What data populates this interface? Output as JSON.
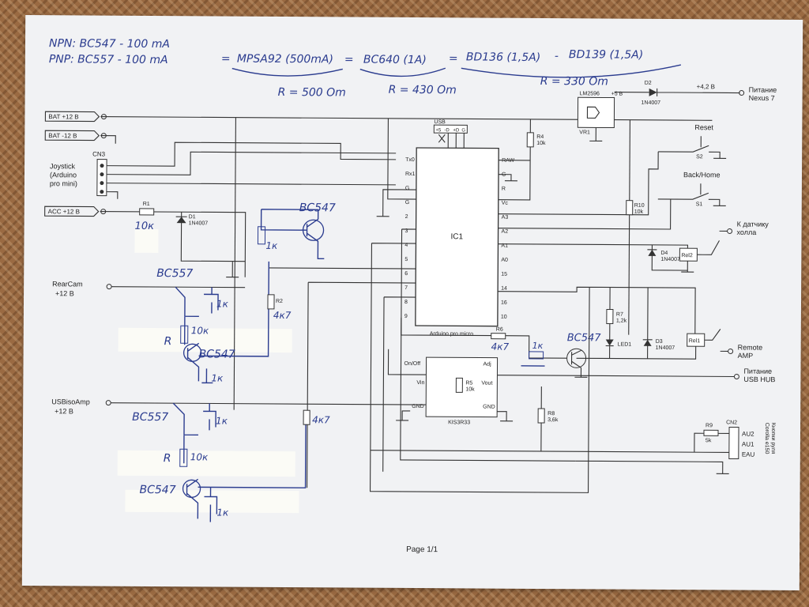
{
  "notes": {
    "npn": "NPN: BC547 - 100 mA",
    "pnp": "PNP: BC557 - 100 mA",
    "chain": [
      "MPSA92 (500mA)",
      "BC640 (1A)",
      "BD136 (1,5A)",
      "BD139 (1,5A)"
    ],
    "r_values": [
      "R = 500 Om",
      "R = 430 Om",
      "R = 330 Om"
    ]
  },
  "ports": {
    "bat_p": "BAT +12 B",
    "bat_n": "BAT -12 B",
    "acc": "ACC +12 B",
    "rearcam": "RearCam\n+12 B",
    "usbisoamp": "USBisoAmp\n+12 B"
  },
  "joystick": {
    "ref": "CN3",
    "label": "Joystick\n(Arduino\npro mini)"
  },
  "ic1": {
    "ref": "IC1",
    "name": "Arduino pro micro",
    "left_pins": [
      "Tx0",
      "Rx1",
      "G",
      "G",
      "2",
      "3",
      "4",
      "5",
      "6",
      "7",
      "8",
      "9"
    ],
    "right_pins": [
      "RAW",
      "G",
      "R",
      "Vc",
      "A3",
      "A2",
      "A1",
      "A0",
      "15",
      "14",
      "16",
      "10"
    ]
  },
  "usb": {
    "label": "USB",
    "pins": [
      "+5",
      "-D",
      "+D",
      "G"
    ]
  },
  "kis": {
    "ref": "KIS3R33",
    "pins": [
      "On/Off",
      "Adj",
      "Vin",
      "Vout",
      "GND",
      "GND"
    ]
  },
  "vr1": {
    "name": "LM2596",
    "ref": "VR1",
    "out": "+5 B"
  },
  "d2": {
    "ref": "D2",
    "part": "1N4007",
    "out": "+4,2 B"
  },
  "nexus": "Питание\nNexus 7",
  "reset": {
    "label": "Reset",
    "ref": "S2"
  },
  "backhome": {
    "label": "Back/Home",
    "ref": "S1"
  },
  "hall": "К датчику\nхолла",
  "remote": "Remote\nAMP",
  "usbhub": "Питание\nUSB HUB",
  "cn2": {
    "ref": "CN2",
    "pins": [
      "AU2",
      "AU1",
      "EAU"
    ],
    "side": "Кнопки руля\nCorolla e150"
  },
  "parts": {
    "r1": "R1",
    "r1_hw": "10к",
    "d1": "D1",
    "d1_part": "1N4007",
    "r2": "R2",
    "r2_hw": "4к7",
    "r3_hw": "4к7",
    "r4": "R4",
    "r4_val": "10k",
    "r5": "R5",
    "r5_val": "10k",
    "r6": "R6",
    "r6_hw": "4к7",
    "r7": "R7",
    "r7_val": "1,2k",
    "r8": "R8",
    "r8_val": "3,6k",
    "r9": "R9",
    "r9_val": "5k",
    "r10": "R10",
    "r10_val": "10k",
    "d3": "D3",
    "d3_part": "1N4007",
    "d4": "D4",
    "d4_part": "1N4007",
    "led": "LED1",
    "rel1": "Rel1",
    "rel2": "Rel2"
  },
  "handwritten": {
    "bc547_top": "BC547",
    "bc557_a": "BC557",
    "bc547_a": "BC547",
    "bc557_b": "BC557",
    "bc547_b": "BC547",
    "bc547_led": "BC547",
    "k1": "1к",
    "k10": "10к",
    "R": "R"
  },
  "footer": "Page 1/1"
}
